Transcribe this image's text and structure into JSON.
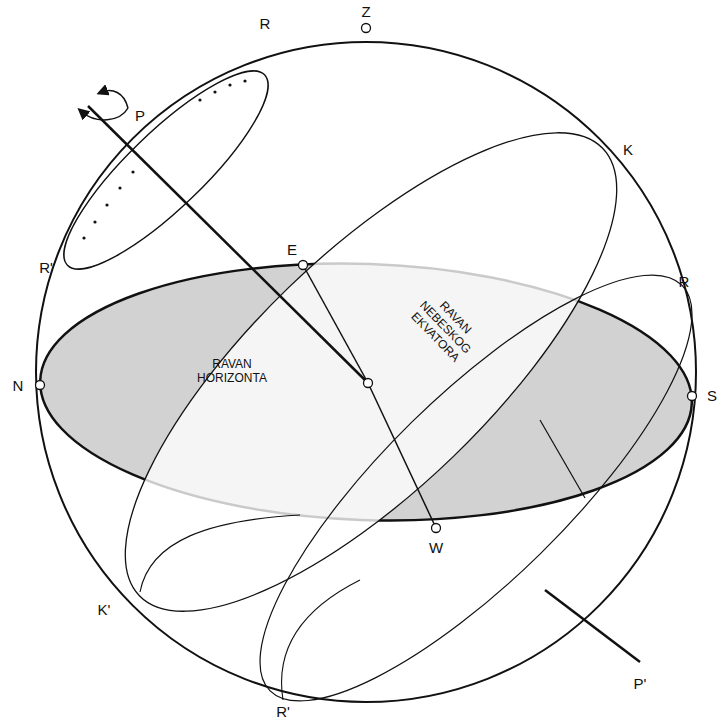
{
  "diagram": {
    "labels": [
      "Z",
      "R",
      "P",
      "R'",
      "E",
      "K",
      "RAVAN NEBESKOG EKVATORA",
      "R",
      "N",
      "RAVAN HORIZONTA",
      "S",
      "W",
      "K'",
      "P'",
      "R'"
    ]
  }
}
